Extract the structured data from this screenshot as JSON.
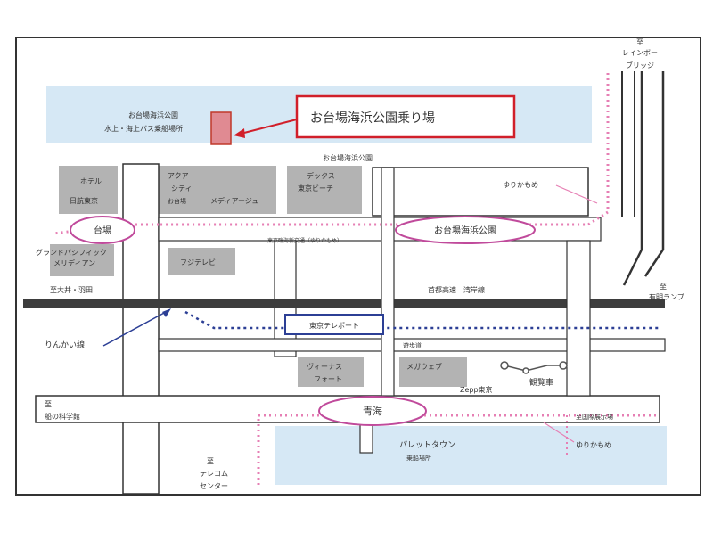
{
  "callout": "お台場海浜公園乗り場",
  "pier": {
    "line1": "お台場海浜公園",
    "line2": "水上・海上バス乗船場所"
  },
  "park_label": "お台場海浜公園",
  "rainbow_bridge": [
    "至",
    "レインボー",
    "ブリッジ"
  ],
  "ariake_ramp": [
    "至",
    "有明ランプ"
  ],
  "buildings": {
    "hotel": [
      "ホテル",
      "日航東京"
    ],
    "aqua_city": [
      "アクア",
      "シティ",
      "お台場"
    ],
    "mediage": "メディアージュ",
    "decks": [
      "デックス",
      "東京ビーチ"
    ],
    "grand_pacific": [
      "グランドパシフィック",
      "メリディアン"
    ],
    "fuji_tv": "フジテレビ",
    "venus_fort": [
      "ヴィーナス",
      "フォート"
    ],
    "mega_web": "メガウェブ",
    "zepp": "Zepp東京",
    "ferris_wheel": "観覧車",
    "palette_town": [
      "パレットタウン",
      "乗船場所"
    ]
  },
  "roads": {
    "toward_oi": "至大井・羽田",
    "shuto_expressway": "首都高速　湾岸線",
    "yurikamome_note": "東京臨海新交通（ゆりかもめ）",
    "pedestrian_deck": "遊歩道",
    "toward_science_museum": [
      "至",
      "船の科学館"
    ],
    "toward_telecom": [
      "至",
      "テレコム",
      "センター"
    ],
    "toward_kokusai": "至国際展示場"
  },
  "stations": {
    "daiba": "台場",
    "odaiba_kaihin_koen": "お台場海浜公園",
    "aomi": "青海",
    "tokyo_teleport": "東京テレポート"
  },
  "lines": {
    "yurikamome_top": "ゆりかもめ",
    "yurikamome_bottom": "ゆりかもめ",
    "rinkai": "りんかい線"
  },
  "colors": {
    "water": "#d6e8f5",
    "building": "#b3b3b3",
    "road": "#bdbdbd",
    "road_edge": "#333333",
    "expressway": "#3d3d3d",
    "yurikamome": "#e67fb4",
    "rinkai": "#2c3f95",
    "callout": "#d11f2a",
    "station_ring": "#c04a9b"
  }
}
